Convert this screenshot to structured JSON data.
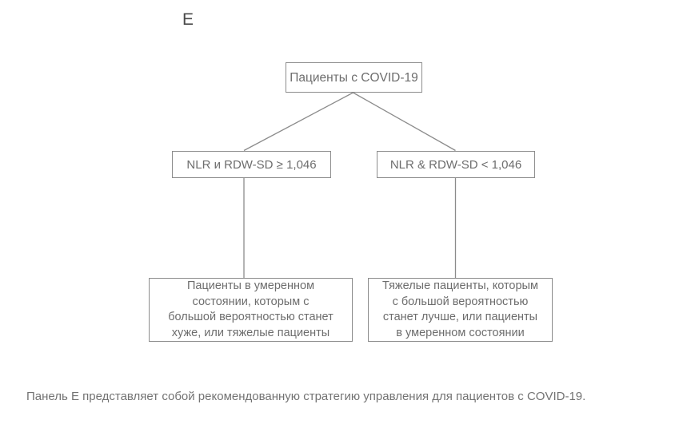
{
  "panel": {
    "letter": "E"
  },
  "flowchart": {
    "root": {
      "label": "Пациенты с COVID-19"
    },
    "branches": [
      {
        "label": "NLR и RDW-SD ≥ 1,046"
      },
      {
        "label": "NLR & RDW-SD < 1,046"
      }
    ],
    "outcomes": [
      {
        "label": "Пациенты в умеренном\nсостоянии, которым с\nбольшой вероятностью станет\nхуже, или тяжелые пациенты"
      },
      {
        "label": "Тяжелые пациенты, которым\nс большой вероятностью\nстанет лучше, или пациенты\nв умеренном состоянии"
      }
    ],
    "colors": {
      "border": "#8c8c8c",
      "text": "#6d6d6d",
      "connector": "#8c8c8c",
      "background": "#ffffff"
    }
  },
  "caption": {
    "text": "Панель E представляет собой рекомендованную стратегию управления для пациентов с COVID-19."
  }
}
